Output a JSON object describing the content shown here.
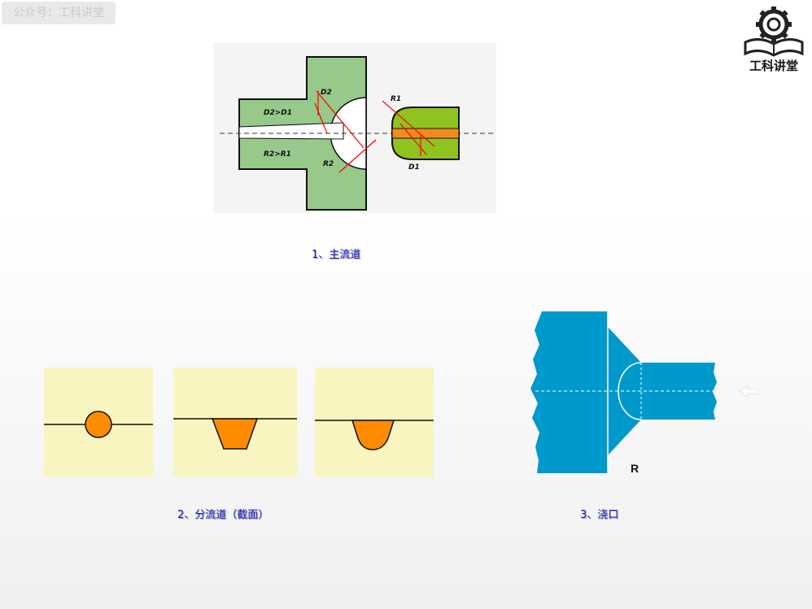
{
  "watermark": "公众号：工科讲堂",
  "brand": {
    "name": "工科讲堂",
    "icon": "gear-book-icon"
  },
  "figure1": {
    "caption": "1、主流道",
    "labels": {
      "d2": "D2",
      "d2gtd1": "D2>D1",
      "r2gtr1": "R2>R1",
      "r2": "R2",
      "r1": "R1",
      "d1": "D1"
    }
  },
  "figure2": {
    "caption": "2、分流道（截面）"
  },
  "figure3": {
    "caption": "3、浇口",
    "label_r": "R"
  },
  "colors": {
    "sprue_green": "#96c98a",
    "nozzle_green": "#8fc31f",
    "arrow_red": "#ff0000",
    "runner_bg": "#f8f5c0",
    "runner_orange": "#ff8c00",
    "gate_blue": "#0099cc",
    "caption_blue": "#1f1fb4"
  }
}
